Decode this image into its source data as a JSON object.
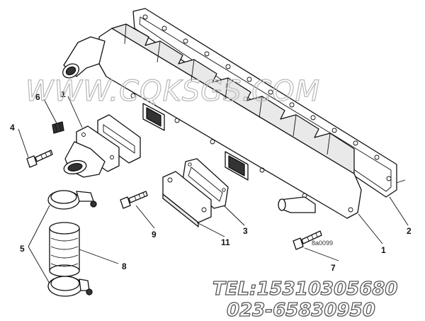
{
  "watermark": "WWW.CQKSGS.COM",
  "contact": {
    "tel": "TEL:15310305680",
    "phone": "023-65830950"
  },
  "drawing_code": "8a0099",
  "callouts": {
    "c1a": "1",
    "c1b": "1",
    "c2": "2",
    "c3": "3",
    "c4": "4",
    "c5": "5",
    "c6": "6",
    "c7": "7",
    "c8": "8",
    "c9": "9",
    "c11": "11"
  }
}
